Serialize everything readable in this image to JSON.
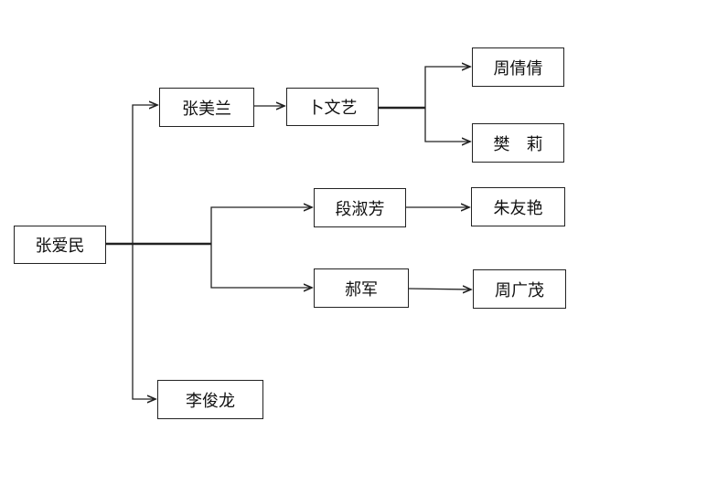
{
  "diagram": {
    "type": "family-tree",
    "nodes": {
      "root": "张爱民",
      "zhang_meilan": "张美兰",
      "bu_wenyi": "卜文艺",
      "zhou_qianqian": "周倩倩",
      "fan_li": "樊　莉",
      "duan_shufang": "段淑芳",
      "zhu_youyan": "朱友艳",
      "hao_jun": "郝军",
      "zhou_guangmao": "周广茂",
      "li_junlong": "李俊龙"
    },
    "edges": [
      [
        "root",
        "zhang_meilan"
      ],
      [
        "root",
        "duan_shufang"
      ],
      [
        "root",
        "hao_jun"
      ],
      [
        "root",
        "li_junlong"
      ],
      [
        "zhang_meilan",
        "bu_wenyi"
      ],
      [
        "bu_wenyi",
        "zhou_qianqian"
      ],
      [
        "bu_wenyi",
        "fan_li"
      ],
      [
        "duan_shufang",
        "zhu_youyan"
      ],
      [
        "hao_jun",
        "zhou_guangmao"
      ]
    ]
  }
}
